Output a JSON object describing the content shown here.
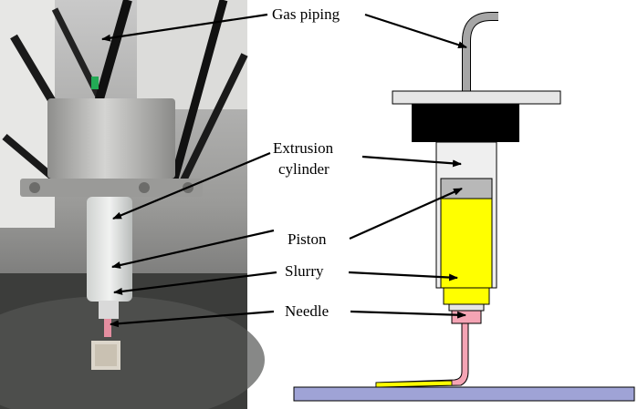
{
  "labels": {
    "gas_piping": "Gas piping",
    "extrusion_line1": "Extrusion",
    "extrusion_line2": "cylinder",
    "piston": "Piston",
    "slurry": "Slurry",
    "needle": "Needle"
  },
  "colors": {
    "slurry": "#ffff00",
    "needle": "#f4a4b4",
    "base_plate": "#9fa3d6",
    "piston": "#b8b8b8",
    "cap": "#000000",
    "pipe": "#a6a6a6"
  }
}
